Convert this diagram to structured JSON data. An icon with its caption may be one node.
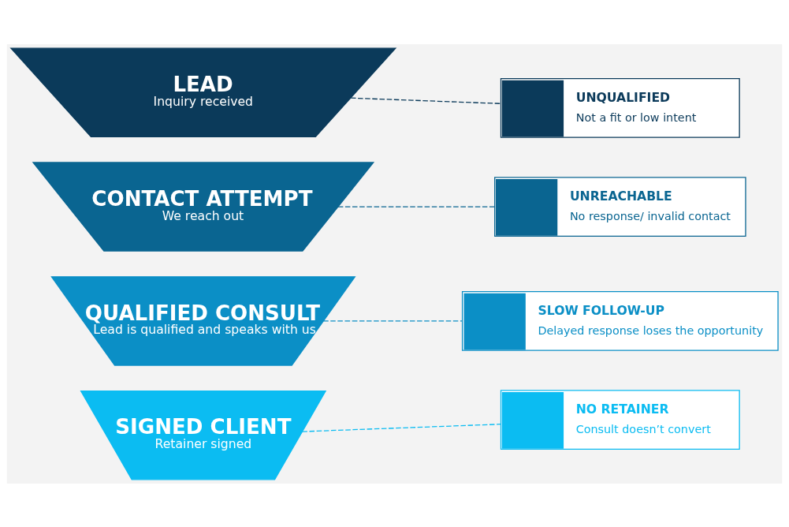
{
  "diagram": {
    "nodes": [
      {
        "text": [
          "LEAD",
          "Inquiry received"
        ]
      },
      {
        "text": [
          "CONTACT ATTEMPT",
          "We reach out"
        ]
      },
      {
        "text": [
          "QUALIFIED CONSULT",
          "Lead is qualified and speaks with us"
        ]
      },
      {
        "text": [
          "SIGNED CLIENT",
          "Retainer signed"
        ]
      },
      {
        "text": [
          "UNQUALIFIED",
          "Not a fit or low intent"
        ]
      },
      {
        "text": [
          "UNREACHABLE",
          "No response/ invalid contact"
        ]
      },
      {
        "text": [
          "SLOW FOLLOW-UP",
          "Delayed response loses the opportunity"
        ]
      },
      {
        "text": [
          "NO RETAINER",
          "Consult doesn’t convert"
        ]
      }
    ],
    "edges": [
      {
        "from": 0,
        "to": 4,
        "arrow": "none",
        "style": "dashed",
        "color": "#0b3a5a"
      },
      {
        "from": 1,
        "to": 5,
        "arrow": "none",
        "style": "dashed",
        "color": "#0a6591"
      },
      {
        "from": 2,
        "to": 6,
        "arrow": "none",
        "style": "dashed",
        "color": "#0b8fc6"
      },
      {
        "from": 3,
        "to": 7,
        "arrow": "none",
        "style": "dashed",
        "color": "#0bbcf2"
      }
    ]
  }
}
